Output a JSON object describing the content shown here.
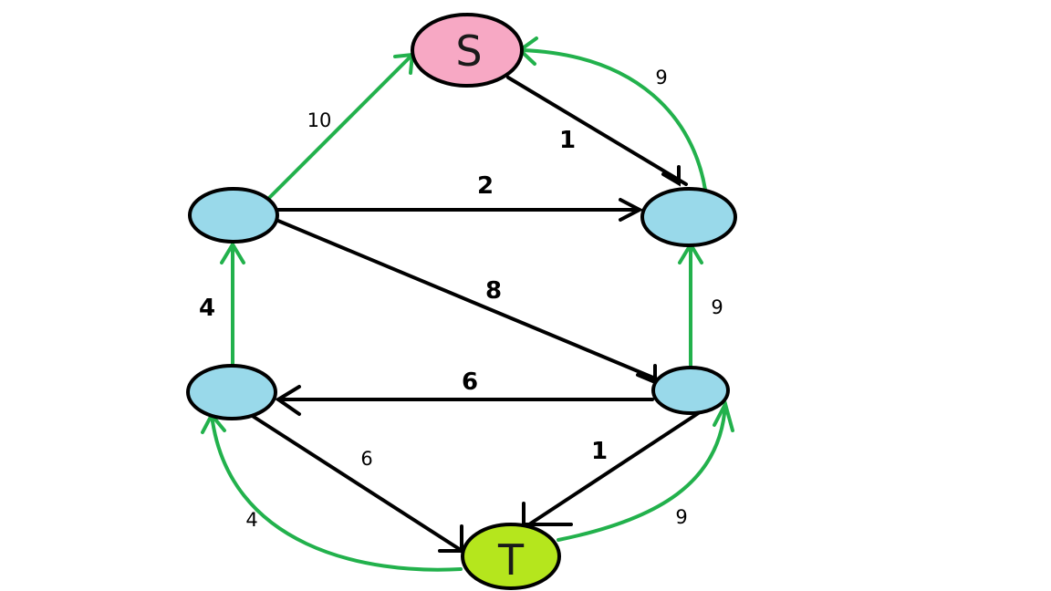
{
  "colors": {
    "background": "#ffffff",
    "black_edge": "#000000",
    "green_edge": "#22b14c",
    "node_default": "#99d9ea",
    "node_source": "#f7a8c4",
    "node_sink": "#b5e61d",
    "node_outline": "#000000"
  },
  "nodes": {
    "s": {
      "label": "S"
    },
    "t": {
      "label": "T"
    },
    "a": {
      "label": ""
    },
    "b": {
      "label": ""
    },
    "c": {
      "label": ""
    },
    "d": {
      "label": ""
    }
  },
  "edges": {
    "s_b": {
      "weight": "1",
      "color": "black"
    },
    "a_b": {
      "weight": "2",
      "color": "black"
    },
    "a_d": {
      "weight": "8",
      "color": "black"
    },
    "d_c": {
      "weight": "6",
      "color": "black"
    },
    "c_t": {
      "weight": "6",
      "color": "black"
    },
    "d_t": {
      "weight": "1",
      "color": "black"
    },
    "a_s": {
      "weight": "10",
      "color": "green"
    },
    "b_s": {
      "weight": "9",
      "color": "green"
    },
    "c_a": {
      "weight": "4",
      "color": "green"
    },
    "d_b": {
      "weight": "9",
      "color": "green"
    },
    "t_c": {
      "weight": "4",
      "color": "green"
    },
    "t_d": {
      "weight": "9",
      "color": "green"
    }
  }
}
